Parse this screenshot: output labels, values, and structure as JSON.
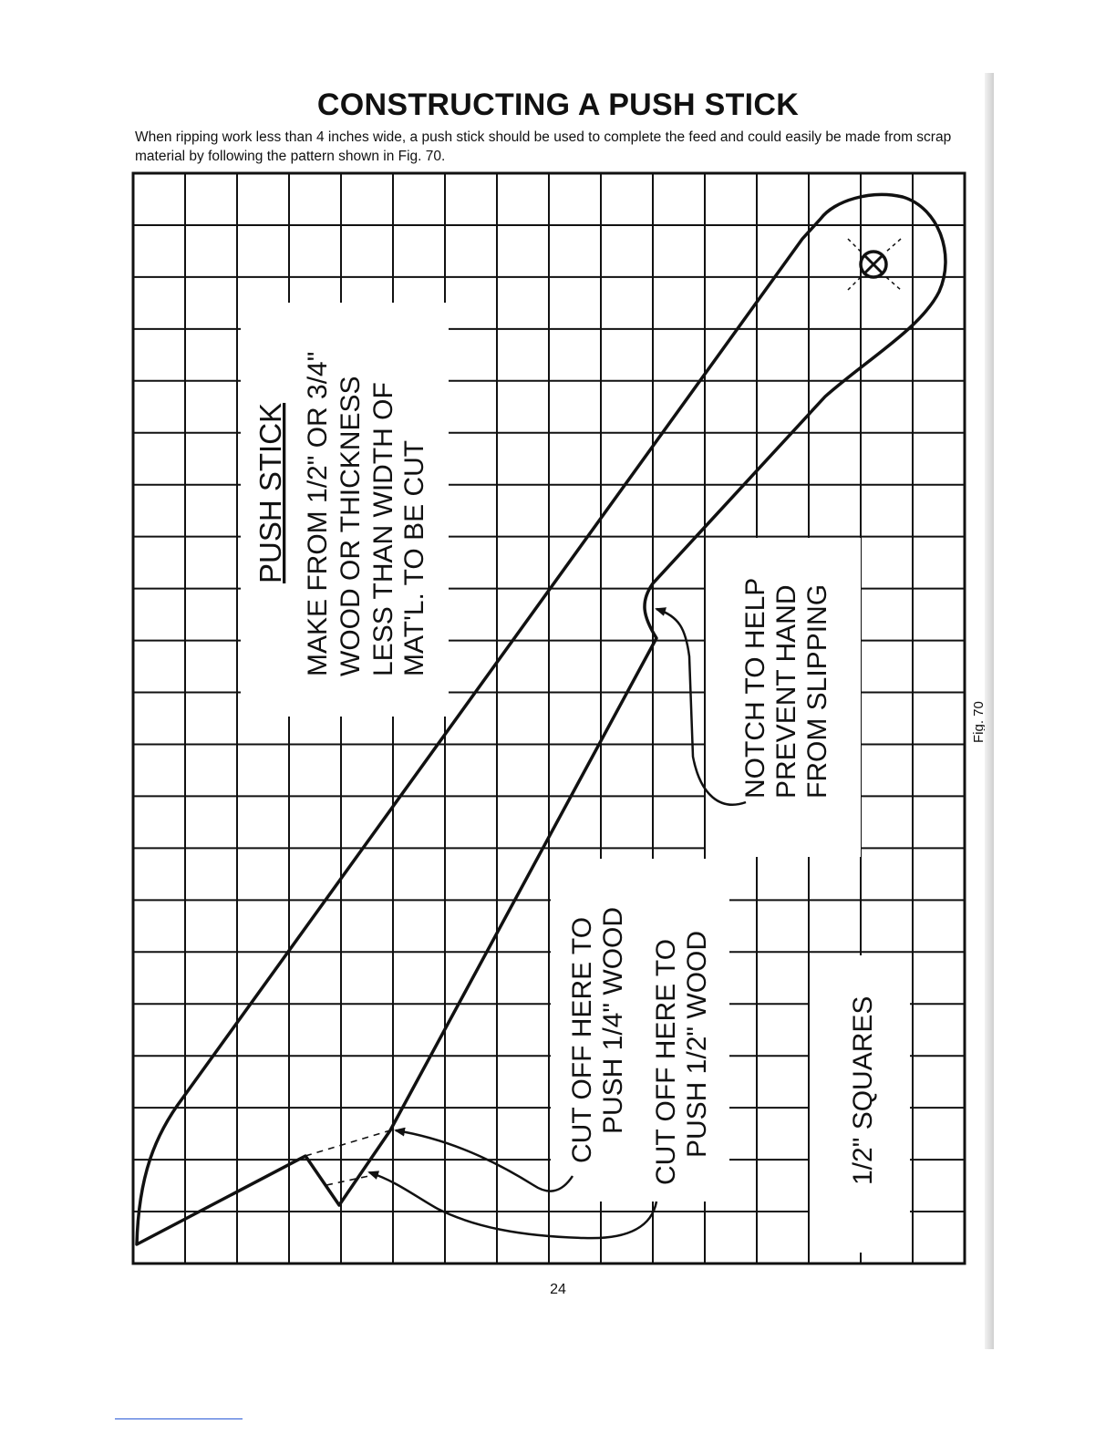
{
  "header": {
    "title": "CONSTRUCTING A PUSH STICK",
    "intro": "When ripping work less than 4 inches wide, a push stick should be used to complete the feed and could easily be made from scrap material by following the pattern shown in Fig. 70."
  },
  "figure": {
    "fig_label": "Fig. 70",
    "push_stick_heading": "PUSH STICK",
    "make_from_lines": [
      "MAKE FROM 1/2\" OR 3/4\"",
      "WOOD OR THICKNESS",
      "LESS THAN WIDTH OF",
      "MAT'L. TO BE CUT"
    ],
    "notch_lines": [
      "NOTCH TO HELP",
      "PREVENT HAND",
      "FROM SLIPPING"
    ],
    "cutoff_quarter_lines": [
      "CUT OFF HERE TO",
      "PUSH 1/4\" WOOD"
    ],
    "cutoff_half_lines": [
      "CUT OFF HERE TO",
      "PUSH 1/2\" WOOD"
    ],
    "squares_label": "1/2\" SQUARES"
  },
  "footer": {
    "page_number": "24"
  }
}
